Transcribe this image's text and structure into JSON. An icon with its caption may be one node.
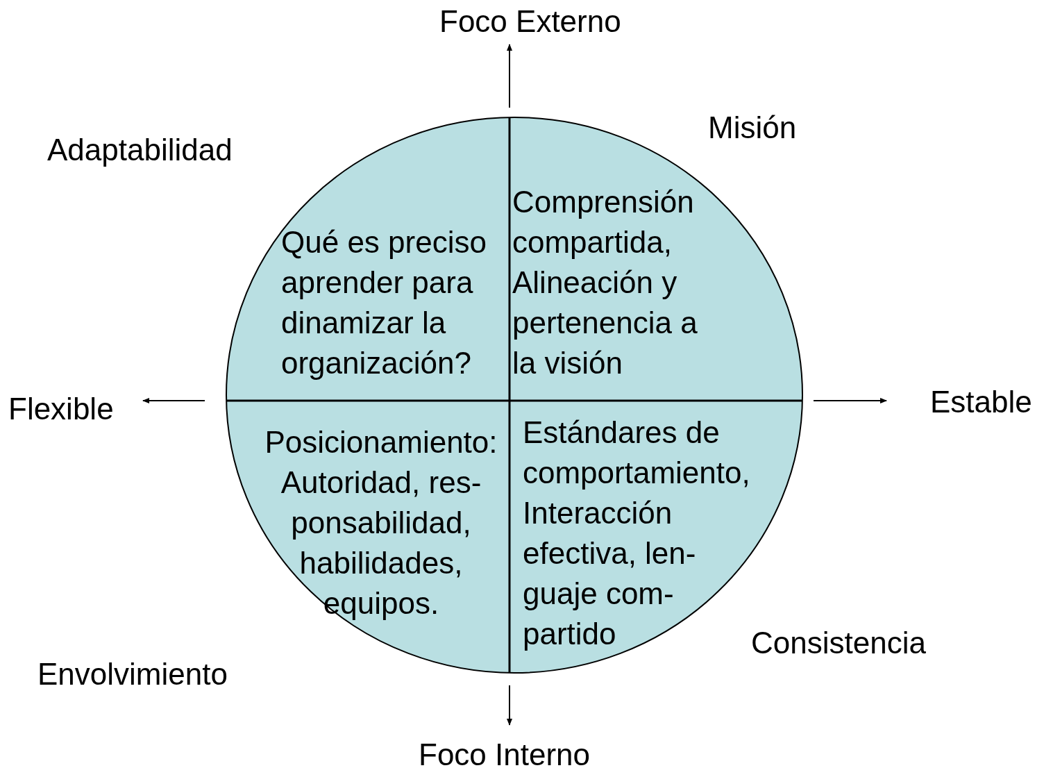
{
  "diagram": {
    "nodes": [
      {
        "text": [],
        "shape": "circle"
      },
      {
        "text": [
          "Qué es preciso aprender para dinamizar la organización?"
        ],
        "in": 0
      },
      {
        "text": [
          "Comprensión compartida, Alineación y pertenencia a la visión"
        ],
        "in": 0
      },
      {
        "text": [
          "Posicionamiento: Autoridad, res- ponsabilidad, habilidades, equipos."
        ],
        "in": 0
      },
      {
        "text": [
          "Estándares de comportamiento, Interacción efectiva, len- guaje com- partido"
        ],
        "in": 0
      }
    ],
    "edges": [],
    "labels": [
      "Foco Externo",
      "Misión",
      "Adaptabilidad",
      "Flexible",
      "Estable",
      "Envolvimiento",
      "Consistencia",
      "Foco Interno"
    ]
  }
}
